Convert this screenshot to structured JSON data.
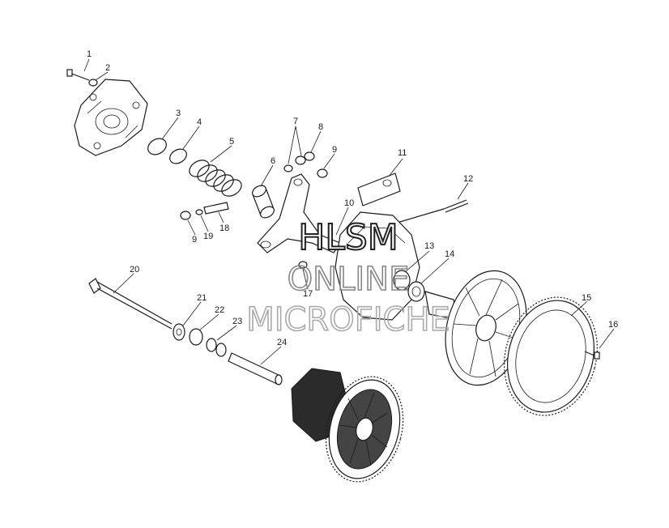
{
  "diagram": {
    "part_numbers": [
      "1",
      "2",
      "3",
      "4",
      "5",
      "6",
      "7",
      "8",
      "9",
      "9",
      "10",
      "11",
      "12",
      "13",
      "14",
      "15",
      "16",
      "17",
      "18",
      "19",
      "20",
      "21",
      "22",
      "23",
      "24"
    ]
  },
  "watermark": {
    "line1": "HLSM",
    "line2": "ONLINE",
    "line3": "MICROFICHE"
  }
}
